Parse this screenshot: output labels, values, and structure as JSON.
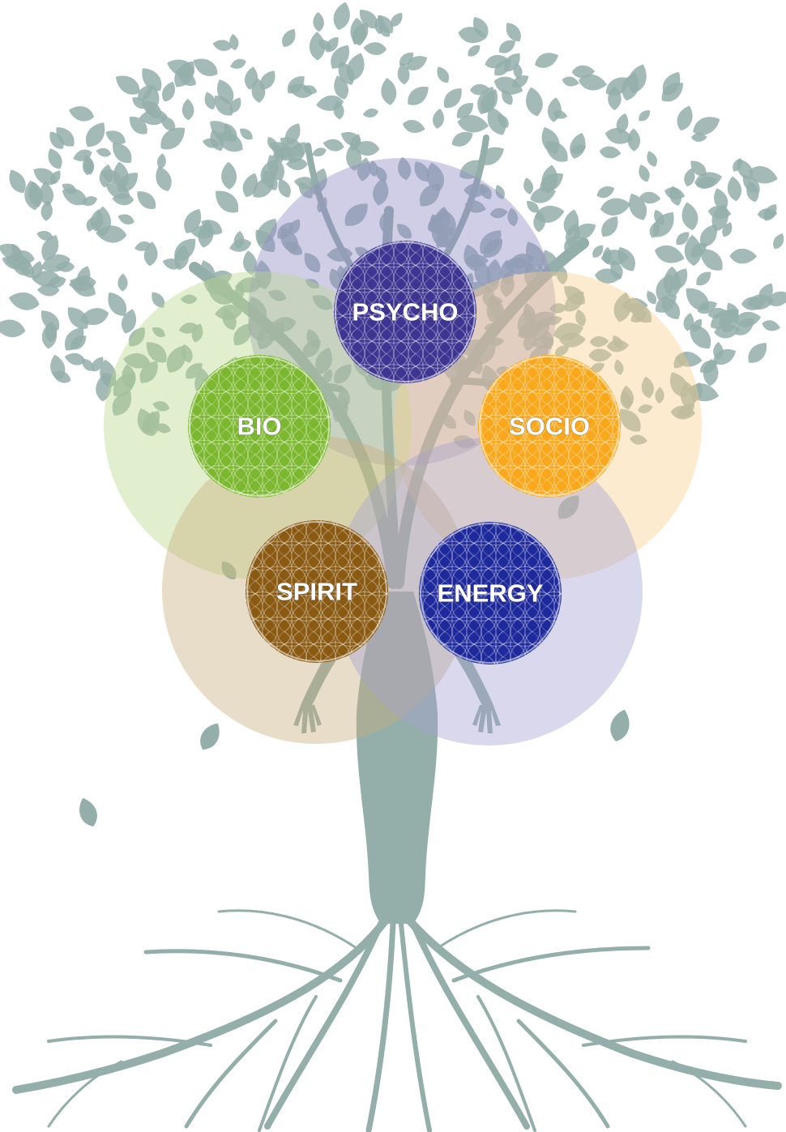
{
  "diagram": {
    "nodes": [
      {
        "id": "psycho",
        "label": "PSYCHO",
        "color": "#3D3591",
        "halo_color": "#8E88C6"
      },
      {
        "id": "bio",
        "label": "BIO",
        "color": "#7CB82F",
        "halo_color": "#B9D98A"
      },
      {
        "id": "socio",
        "label": "SOCIO",
        "color": "#F9A81B",
        "halo_color": "#F8D08A"
      },
      {
        "id": "spirit",
        "label": "SPIRIT",
        "color": "#8A5A12",
        "halo_color": "#C9AE7E"
      },
      {
        "id": "energy",
        "label": "ENERGY",
        "color": "#1E2A9C",
        "halo_color": "#A5A2D2"
      }
    ],
    "tree_color": "#94AEAA"
  }
}
